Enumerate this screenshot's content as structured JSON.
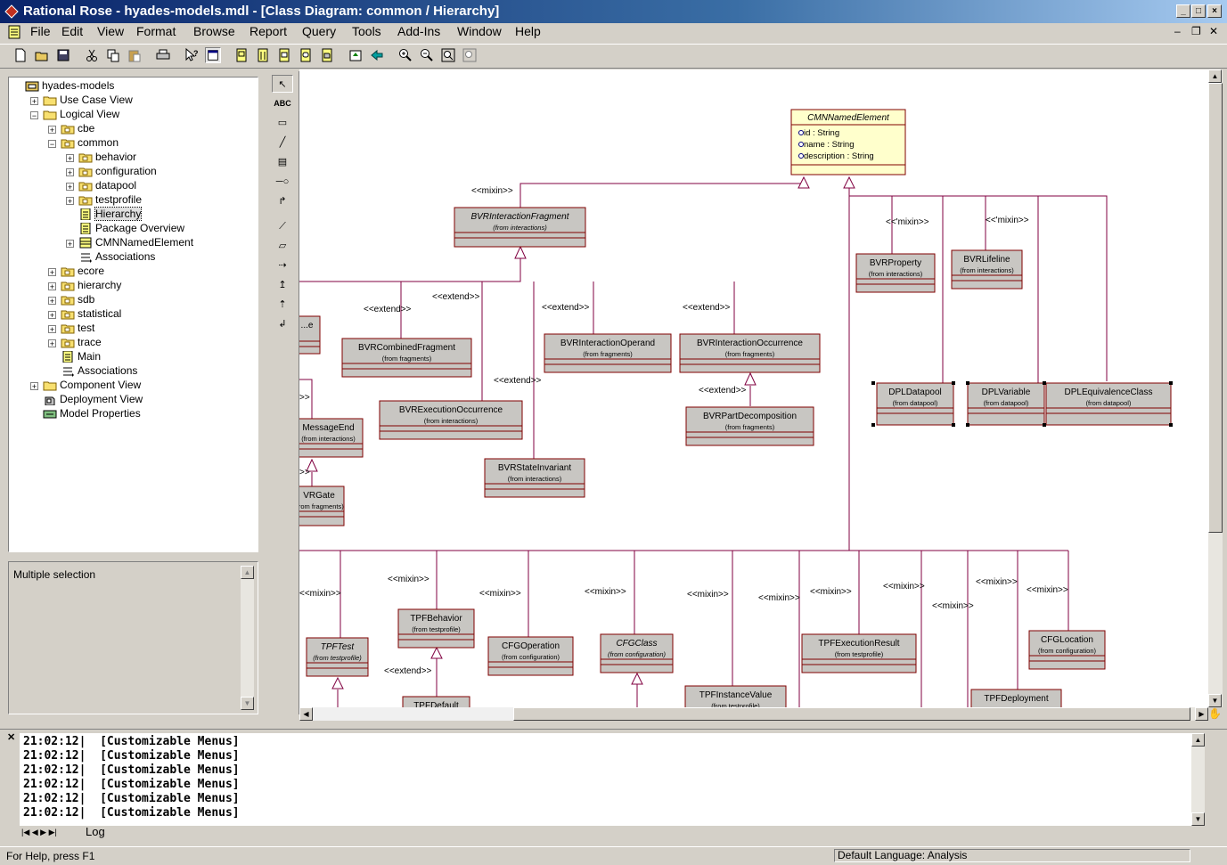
{
  "window": {
    "title": "Rational Rose - hyades-models.mdl - [Class Diagram: common / Hierarchy]"
  },
  "menu": [
    "File",
    "Edit",
    "View",
    "Format",
    "Browse",
    "Report",
    "Query",
    "Tools",
    "Add-Ins",
    "Window",
    "Help"
  ],
  "tree": {
    "items": [
      {
        "label": "hyades-models",
        "level": 0,
        "icon": "model-icon",
        "expander": ""
      },
      {
        "label": "Use Case View",
        "level": 1,
        "icon": "folder-icon",
        "expander": "+"
      },
      {
        "label": "Logical View",
        "level": 1,
        "icon": "folder-icon",
        "expander": "-"
      },
      {
        "label": "cbe",
        "level": 2,
        "icon": "package-icon",
        "expander": "+"
      },
      {
        "label": "common",
        "level": 2,
        "icon": "package-icon",
        "expander": "-"
      },
      {
        "label": "behavior",
        "level": 3,
        "icon": "package-icon",
        "expander": "+"
      },
      {
        "label": "configuration",
        "level": 3,
        "icon": "package-icon",
        "expander": "+"
      },
      {
        "label": "datapool",
        "level": 3,
        "icon": "package-icon",
        "expander": "+"
      },
      {
        "label": "testprofile",
        "level": 3,
        "icon": "package-icon",
        "expander": "+"
      },
      {
        "label": "Hierarchy",
        "level": 3,
        "icon": "diagram-icon",
        "expander": "",
        "selected": true
      },
      {
        "label": "Package Overview",
        "level": 3,
        "icon": "diagram-icon",
        "expander": ""
      },
      {
        "label": "CMNNamedElement",
        "level": 3,
        "icon": "class-icon",
        "expander": "+"
      },
      {
        "label": "Associations",
        "level": 3,
        "icon": "association-icon",
        "expander": ""
      },
      {
        "label": "ecore",
        "level": 2,
        "icon": "package-icon",
        "expander": "+"
      },
      {
        "label": "hierarchy",
        "level": 2,
        "icon": "package-icon",
        "expander": "+"
      },
      {
        "label": "sdb",
        "level": 2,
        "icon": "package-icon",
        "expander": "+"
      },
      {
        "label": "statistical",
        "level": 2,
        "icon": "package-icon",
        "expander": "+"
      },
      {
        "label": "test",
        "level": 2,
        "icon": "package-icon",
        "expander": "+"
      },
      {
        "label": "trace",
        "level": 2,
        "icon": "package-icon",
        "expander": "+"
      },
      {
        "label": "Main",
        "level": 2,
        "icon": "diagram-icon",
        "expander": ""
      },
      {
        "label": "Associations",
        "level": 2,
        "icon": "association-icon",
        "expander": ""
      },
      {
        "label": "Component View",
        "level": 1,
        "icon": "folder-icon",
        "expander": "+"
      },
      {
        "label": "Deployment View",
        "level": 1,
        "icon": "deploy-icon",
        "expander": ""
      },
      {
        "label": "Model Properties",
        "level": 1,
        "icon": "properties-icon",
        "expander": ""
      }
    ]
  },
  "documentation": {
    "text": "Multiple selection"
  },
  "diagram": {
    "classes": [
      {
        "id": "cmn",
        "name": "CMNNamedElement",
        "from": "",
        "italic": true,
        "yellow": true,
        "attrs": [
          "id : String",
          "name : String",
          "description : String"
        ]
      },
      {
        "id": "bif",
        "name": "BVRInteractionFragment",
        "from": "(from interactions)",
        "italic": true
      },
      {
        "id": "bp",
        "name": "BVRProperty",
        "from": "(from interactions)"
      },
      {
        "id": "bl",
        "name": "BVRLifeline",
        "from": "(from interactions)"
      },
      {
        "id": "b1",
        "name": "...e",
        "from": "",
        "partial": true
      },
      {
        "id": "bcf",
        "name": "BVRCombinedFragment",
        "from": "(from fragments)"
      },
      {
        "id": "bio",
        "name": "BVRInteractionOperand",
        "from": "(from fragments)"
      },
      {
        "id": "bioc",
        "name": "BVRInteractionOccurrence",
        "from": "(from fragments)"
      },
      {
        "id": "dpd",
        "name": "DPLDatapool",
        "from": "(from datapool)"
      },
      {
        "id": "dpv",
        "name": "DPLVariable",
        "from": "(from datapool)"
      },
      {
        "id": "dpe",
        "name": "DPLEquivalenceClass",
        "from": "(from datapool)"
      },
      {
        "id": "bme",
        "name": "MessageEnd",
        "from": "(from interactions)",
        "partial": true
      },
      {
        "id": "beo",
        "name": "BVRExecutionOccurrence",
        "from": "(from interactions)"
      },
      {
        "id": "bpd",
        "name": "BVRPartDecomposition",
        "from": "(from fragments)"
      },
      {
        "id": "bsi",
        "name": "BVRStateInvariant",
        "from": "(from interactions)"
      },
      {
        "id": "bg",
        "name": "VRGate",
        "from": "(from fragments)",
        "partial": true
      },
      {
        "id": "tt",
        "name": "TPFTest",
        "from": "(from testprofile)",
        "italic": true
      },
      {
        "id": "tb",
        "name": "TPFBehavior",
        "from": "(from testprofile)"
      },
      {
        "id": "co",
        "name": "CFGOperation",
        "from": "(from configuration)"
      },
      {
        "id": "cc",
        "name": "CFGClass",
        "from": "(from configuration)",
        "italic": true
      },
      {
        "id": "ter",
        "name": "TPFExecutionResult",
        "from": "(from testprofile)"
      },
      {
        "id": "cl",
        "name": "CFGLocation",
        "from": "(from configuration)"
      },
      {
        "id": "td",
        "name": "TPFDefault",
        "from": "",
        "partial": true
      },
      {
        "id": "tiv",
        "name": "TPFInstanceValue",
        "from": "(from testprofile)"
      },
      {
        "id": "tdp",
        "name": "TPFDeployment",
        "from": "",
        "partial": true
      }
    ],
    "stereotypes": [
      {
        "id": "s1",
        "text": "<<mixin>>"
      },
      {
        "id": "s2",
        "text": "<<'mixin>>"
      },
      {
        "id": "s3",
        "text": "<<'mixin>>"
      },
      {
        "id": "s4",
        "text": "<<extend>>"
      },
      {
        "id": "s5",
        "text": "<<extend>>"
      },
      {
        "id": "s6",
        "text": "<<extend>>"
      },
      {
        "id": "s7",
        "text": "<<extend>>"
      },
      {
        "id": "s8",
        "text": "<<extend>>"
      },
      {
        "id": "s9",
        "text": "<<extend>>"
      },
      {
        "id": "s10",
        "text": "<<mixin>>"
      },
      {
        "id": "s11",
        "text": "<<mixin>>"
      },
      {
        "id": "s12",
        "text": "<<mixin>>"
      },
      {
        "id": "s13",
        "text": "<<mixin>>"
      },
      {
        "id": "s14",
        "text": "<<mixin>>"
      },
      {
        "id": "s15",
        "text": "<<mixin>>"
      },
      {
        "id": "s16",
        "text": "<<mixin>>"
      },
      {
        "id": "s17",
        "text": "<<mixin>>"
      },
      {
        "id": "s18",
        "text": "<<mixin>>"
      },
      {
        "id": "s19",
        "text": "<<mixin>>"
      },
      {
        "id": "s20",
        "text": "<<mixin>>"
      },
      {
        "id": "s21",
        "text": "<<extend>>"
      },
      {
        "id": "s22",
        "text": ">>"
      },
      {
        "id": "s23",
        "text": ">>"
      }
    ]
  },
  "log": {
    "lines": [
      "21:02:12|  [Customizable Menus]",
      "21:02:12|  [Customizable Menus]",
      "21:02:12|  [Customizable Menus]",
      "21:02:12|  [Customizable Menus]",
      "21:02:12|  [Customizable Menus]",
      "21:02:12|  [Customizable Menus]"
    ],
    "tab": "Log"
  },
  "status": {
    "help": "For Help, press F1",
    "language": "Default Language: Analysis"
  },
  "colors": {
    "class_fill": "#c8c6c2",
    "class_border": "#800000",
    "yellow_fill": "#ffffcc",
    "line": "#800040"
  }
}
